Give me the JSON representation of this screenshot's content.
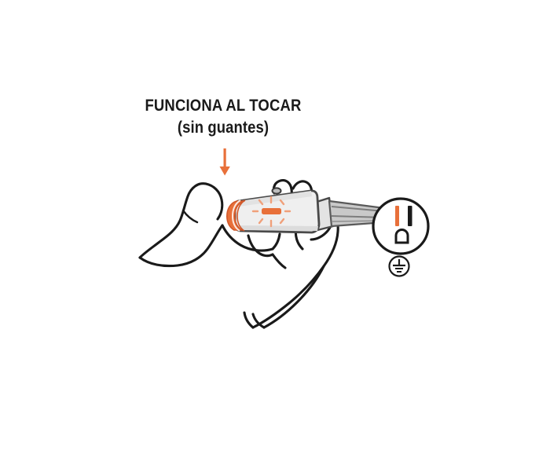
{
  "illustration": {
    "title": "Voltage tester screwdriver operated by touch without gloves",
    "background_color": "#ffffff"
  },
  "caption": {
    "line1": "FUNCIONA AL TOCAR",
    "line2": "(sin guantes)",
    "text_color": "#1a1a1a"
  },
  "pointer": {
    "name": "down-arrow",
    "color": "#E8703A",
    "direction": "down"
  },
  "colors": {
    "accent_orange": "#E8703A",
    "light_orange": "#F0A07A",
    "outline_dark": "#1a1a1a",
    "device_outline": "#4a4a4a",
    "device_body": "#efefef",
    "metal_shaft": "#8a8a8a",
    "metal_light": "#d8d8d8"
  },
  "scene": {
    "hand": {
      "name": "hand-holding-tester",
      "style": "line-art outline",
      "stroke_color": "#1a1a1a"
    },
    "tester": {
      "name": "voltage-tester-screwdriver",
      "body_color": "#efefef",
      "cap_color": "#E8703A",
      "indicator": {
        "name": "glow-indicator",
        "color": "#E8703A",
        "rays": 8,
        "state": "lit"
      }
    },
    "outlet": {
      "name": "electrical-outlet",
      "shape": "circle",
      "slots": 2,
      "ground_hole": "d-shaped",
      "probe_inserted_slot": "left",
      "probe_tip_color": "#E8703A"
    },
    "ground_symbol": {
      "name": "earth-ground-symbol",
      "shape": "circle with ground lines",
      "stroke_color": "#1a1a1a"
    }
  }
}
